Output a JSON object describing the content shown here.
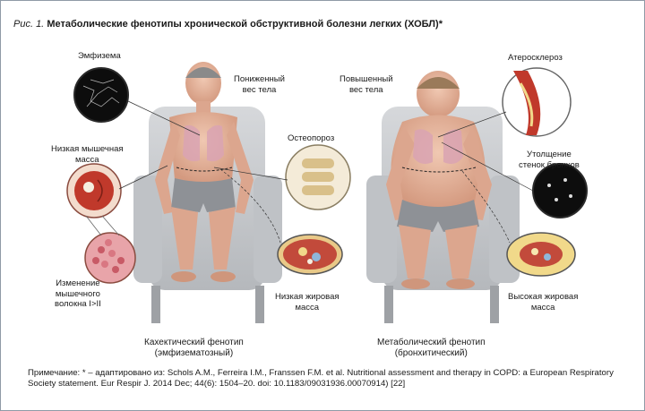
{
  "figure": {
    "label": "Рис. 1.",
    "title": "Метаболические фенотипы хронической обструктивной болезни легких (ХОБЛ)*"
  },
  "labels": {
    "emphysema": "Эмфизема",
    "low_muscle_mass": [
      "Низкая мышечная",
      "масса"
    ],
    "muscle_fiber_change": [
      "Изменение",
      "мышечного",
      "волокна I>II"
    ],
    "low_body_weight": [
      "Пониженный",
      "вес тела"
    ],
    "osteoporosis": "Остеопороз",
    "low_fat_mass": [
      "Низкая жировая",
      "масса"
    ],
    "high_body_weight": [
      "Повышенный",
      "вес тела"
    ],
    "atherosclerosis": "Атеросклероз",
    "bronchial_wall_thickening": [
      "Утолщение",
      "стенок бронхов"
    ],
    "high_fat_mass": [
      "Высокая жировая",
      "масса"
    ]
  },
  "phenotypes": {
    "cachectic": [
      "Кахектический фенотип",
      "(эмфизематозный)"
    ],
    "metabolic": [
      "Метаболический фенотип",
      "(бронхитический)"
    ]
  },
  "note": "Примечание: * – адаптировано из: Schols A.M., Ferreira I.M., Franssen F.M. et al. Nutritional assessment and therapy in COPD: a European Respiratory Society statement. Eur Respir J. 2014 Dec; 44(6): 1504–20. doi: 10.1183/09031936.00070914) [22]",
  "colors": {
    "chair": "#c9cccf",
    "skin": "#e6b49c",
    "shorts": "#8e9196",
    "lung": "#d9a3b3",
    "muscle": "#c0392b",
    "fat": "#f1d98a",
    "frame_border": "#8f9aa6"
  }
}
